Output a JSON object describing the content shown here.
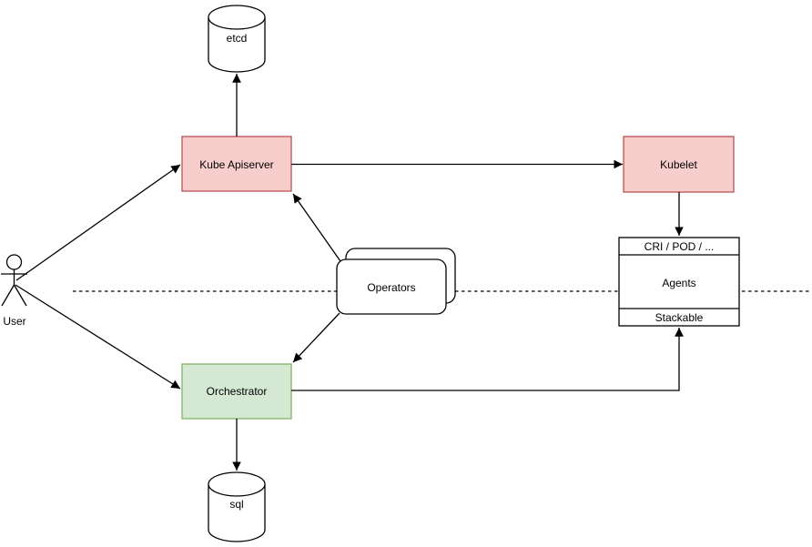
{
  "diagram": {
    "nodes": {
      "user": {
        "label": "User",
        "type": "actor"
      },
      "etcd": {
        "label": "etcd",
        "type": "cylinder",
        "fill": "#ffffff",
        "stroke": "#000000"
      },
      "kube_apiserver": {
        "label": "Kube Apiserver",
        "type": "rect",
        "fill": "#f8cecc",
        "stroke": "#b85450"
      },
      "kubelet": {
        "label": "Kubelet",
        "type": "rect",
        "fill": "#f8cecc",
        "stroke": "#b85450"
      },
      "operators": {
        "label": "Operators",
        "type": "stacked-rounded-rect",
        "fill": "#ffffff",
        "stroke": "#000000"
      },
      "agents_stack": {
        "header": "CRI / POD / ...",
        "body": "Agents",
        "footer": "Stackable",
        "type": "list",
        "fill": "#ffffff",
        "stroke": "#000000"
      },
      "orchestrator": {
        "label": "Orchestrator",
        "type": "rect",
        "fill": "#d5e8d4",
        "stroke": "#82b366"
      },
      "sql": {
        "label": "sql",
        "type": "cylinder",
        "fill": "#ffffff",
        "stroke": "#000000"
      }
    },
    "edges": [
      {
        "from": "user",
        "to": "kube_apiserver"
      },
      {
        "from": "user",
        "to": "orchestrator"
      },
      {
        "from": "kube_apiserver",
        "to": "etcd"
      },
      {
        "from": "kube_apiserver",
        "to": "kubelet"
      },
      {
        "from": "kubelet",
        "to": "agents_stack"
      },
      {
        "from": "operators",
        "to": "kube_apiserver"
      },
      {
        "from": "operators",
        "to": "orchestrator"
      },
      {
        "from": "orchestrator",
        "to": "agents_stack"
      },
      {
        "from": "orchestrator",
        "to": "sql"
      }
    ],
    "separator": {
      "style": "dashed-horizontal-line"
    },
    "colors": {
      "background": "#ffffff",
      "line": "#000000",
      "pink_fill": "#f8cecc",
      "pink_stroke": "#b85450",
      "green_fill": "#d5e8d4",
      "green_stroke": "#82b366"
    }
  }
}
